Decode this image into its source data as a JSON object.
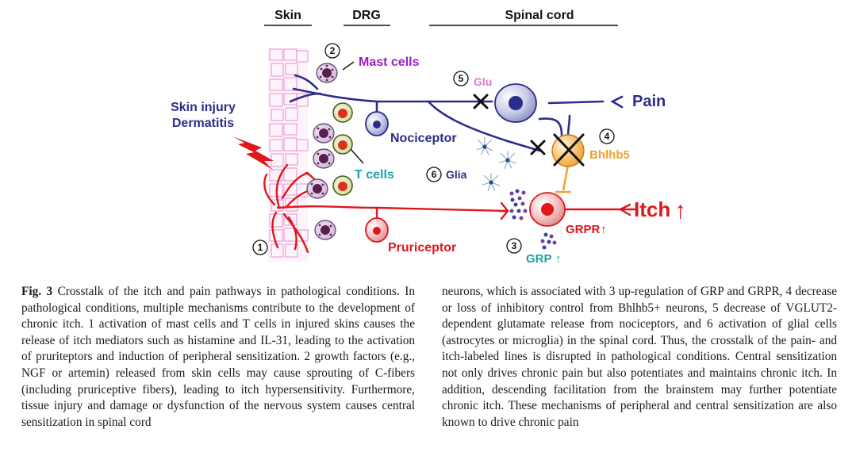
{
  "figure": {
    "headers": {
      "skin": "Skin",
      "drg": "DRG",
      "spinal_cord": "Spinal cord"
    },
    "labels": {
      "skin_injury_line1": "Skin injury",
      "skin_injury_line2": "Dermatitis",
      "mast_cells": "Mast cells",
      "t_cells": "T cells",
      "nociceptor": "Nociceptor",
      "pruriceptor": "Pruriceptor",
      "glu": "Glu",
      "glia": "Glia",
      "bhlhb5": "Bhlhb5",
      "pain": "Pain",
      "itch": "Itch",
      "itch_arrow": "↑",
      "grpr": "GRPR",
      "grpr_arrow": "↑",
      "grp": "GRP",
      "grp_arrow": "↑"
    },
    "markers": {
      "m1": "1",
      "m2": "2",
      "m3": "3",
      "m4": "4",
      "m5": "5",
      "m6": "6"
    },
    "colors": {
      "navy": "#2a2d8c",
      "red": "#e0161b",
      "purple": "#9b1fc3",
      "teal": "#1ba3a7",
      "orange": "#f0a230",
      "pink": "#e277c8"
    }
  },
  "caption": {
    "fig_label": "Fig. 3",
    "left_text": " Crosstalk of the itch and pain pathways in pathological conditions. In pathological conditions, multiple mechanisms contribute to the development of chronic itch. 1 activation of mast cells and T cells in injured skins causes the release of itch mediators such as histamine and IL-31, leading to the activation of pruriteptors and induction of peripheral sensitization. 2 growth factors (e.g., NGF or artemin) released from skin cells may cause sprouting of C-fibers (including pruriceptive fibers), leading to itch hypersensitivity. Furthermore, tissue injury and damage or dysfunction of the nervous system causes central sensitization in spinal cord",
    "right_text": "neurons, which is associated with 3 up-regulation of GRP and GRPR, 4 decrease or loss of inhibitory control from Bhlhb5+ neurons, 5 decrease of VGLUT2-dependent glutamate release from nociceptors, and 6 activation of glial cells (astrocytes or microglia) in the spinal cord. Thus, the crosstalk of the pain- and itch-labeled lines is disrupted in pathological conditions. Central sensitization not only drives chronic pain but also potentiates and maintains chronic itch. In addition, descending facilitation from the brainstem may further potentiate chronic itch. These mechanisms of peripheral and central sensitization are also known to drive chronic pain"
  }
}
